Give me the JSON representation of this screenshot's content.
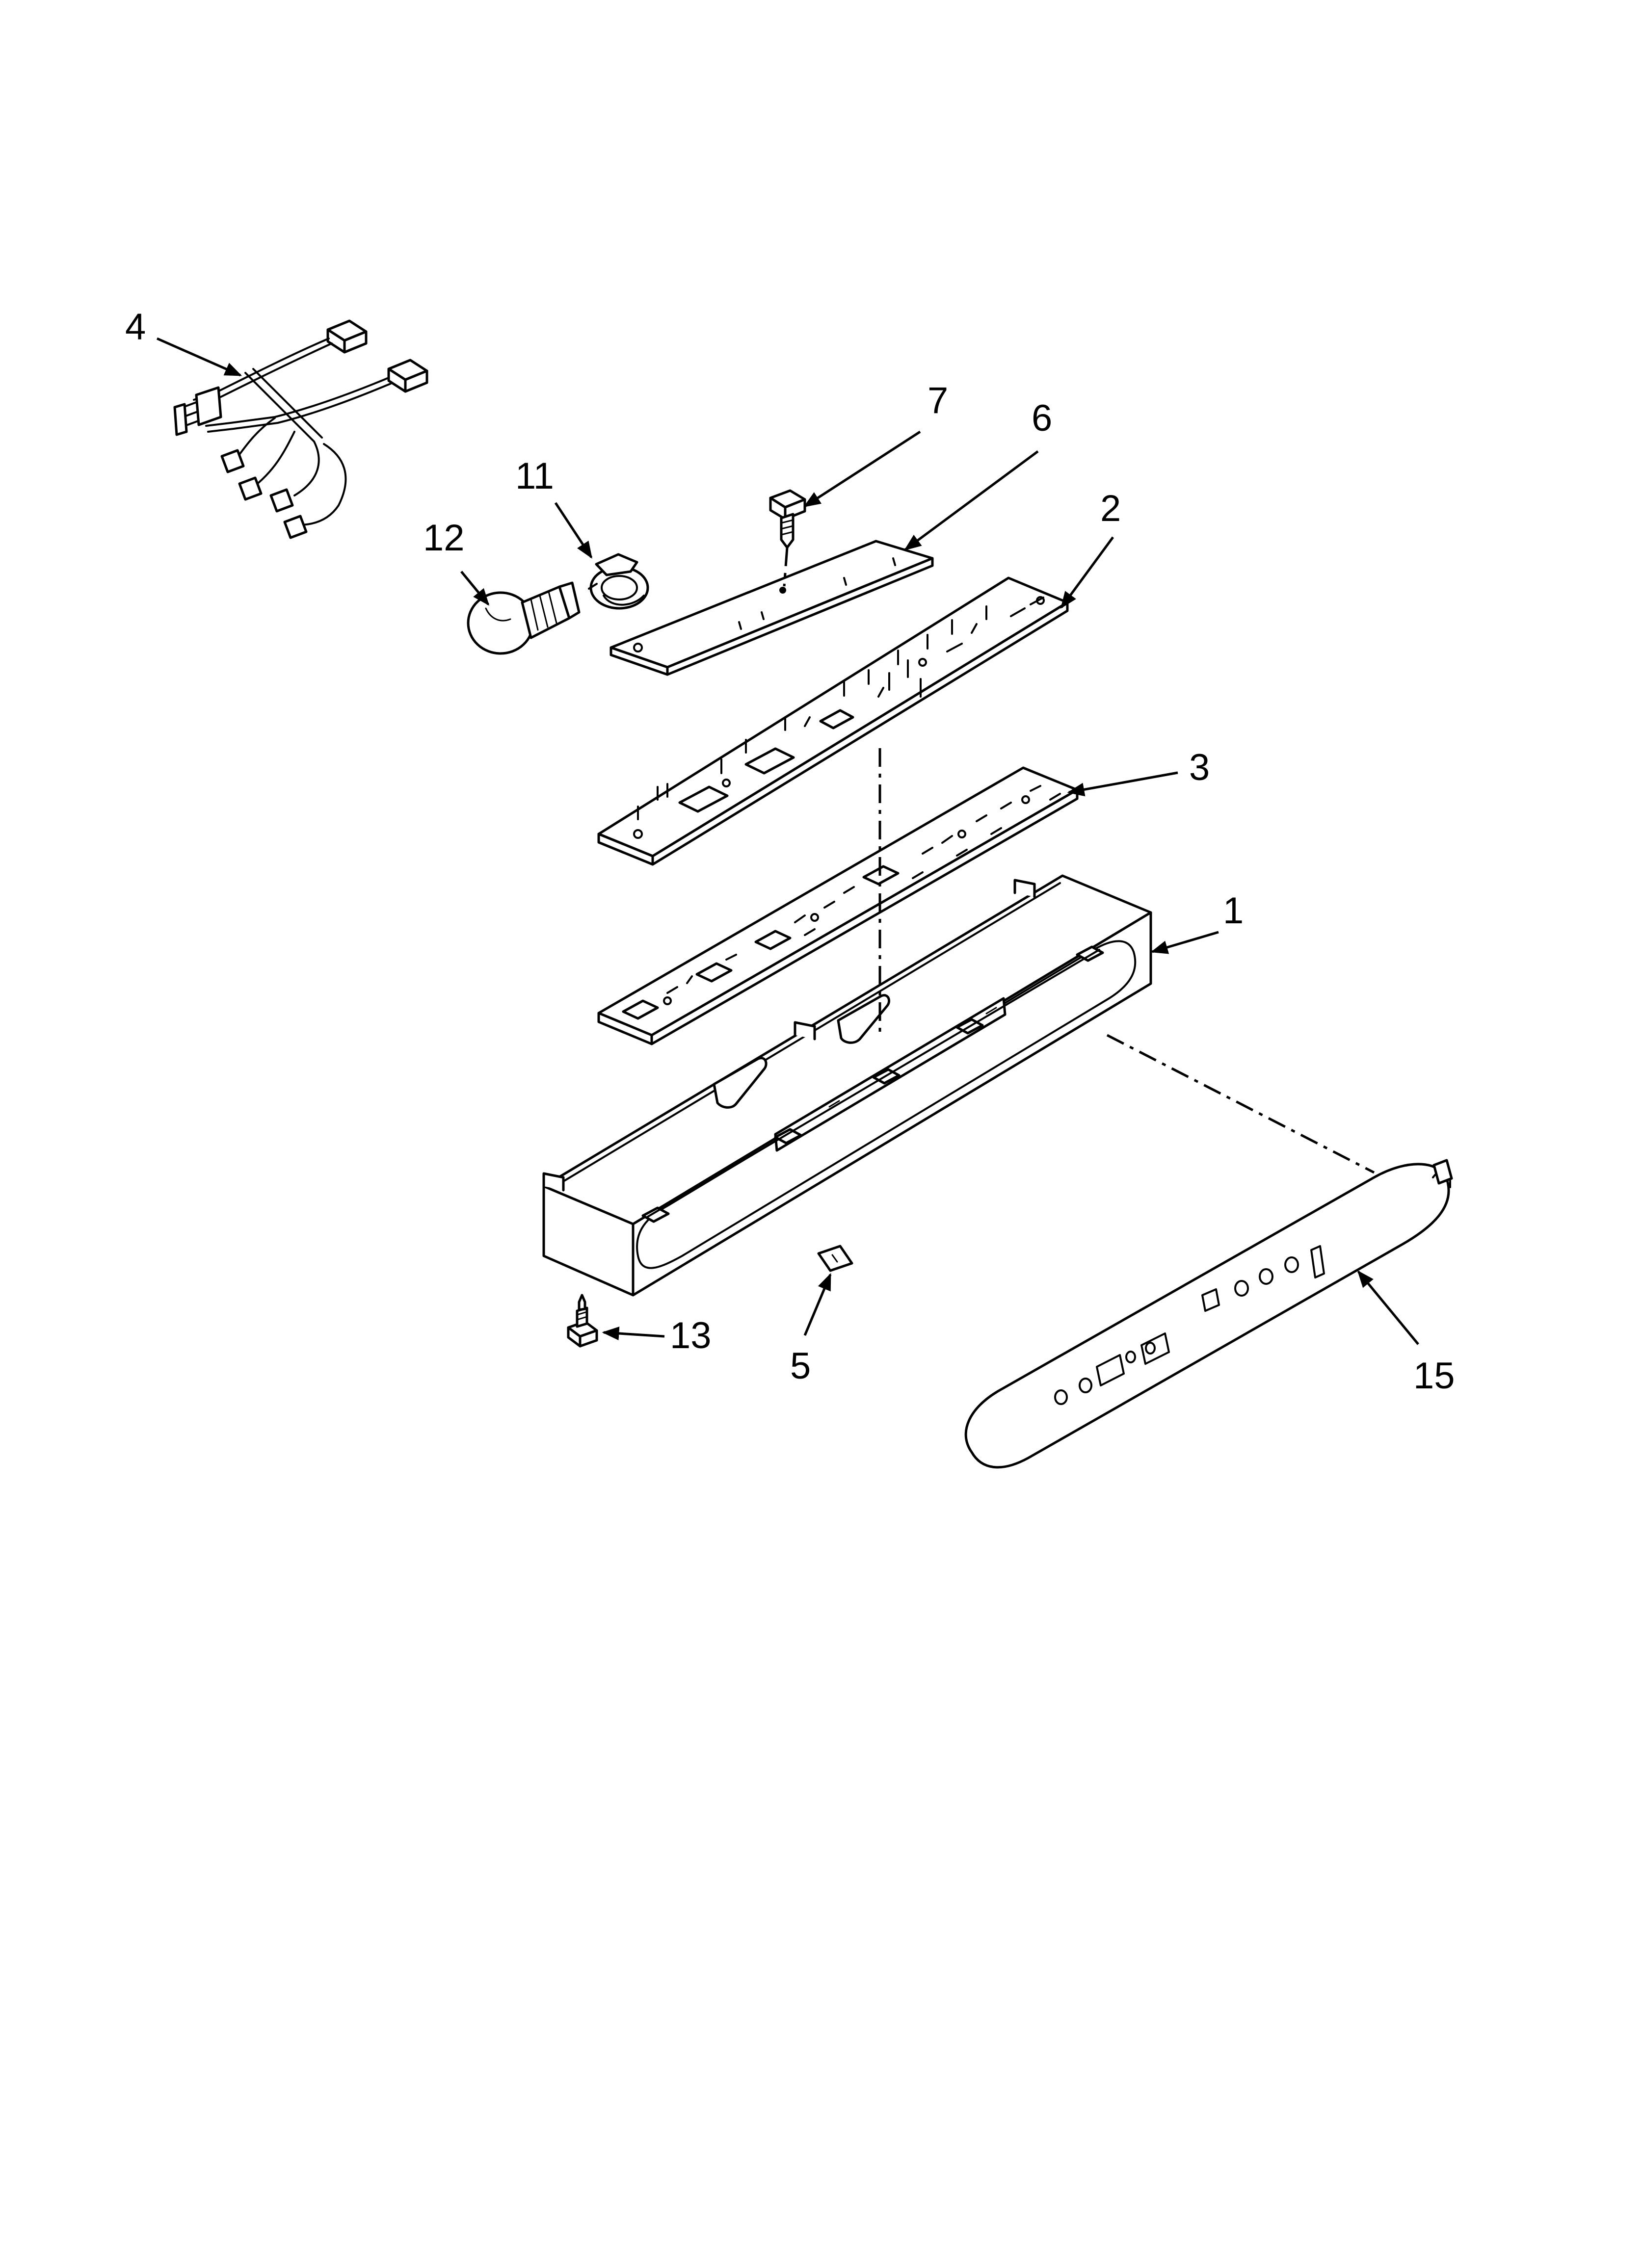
{
  "callouts": {
    "c1": "1",
    "c2": "2",
    "c3": "3",
    "c4": "4",
    "c5": "5",
    "c6": "6",
    "c7": "7",
    "c11": "11",
    "c12": "12",
    "c13": "13",
    "c15": "15"
  },
  "colors": {
    "line": "#000000",
    "background": "#ffffff"
  }
}
